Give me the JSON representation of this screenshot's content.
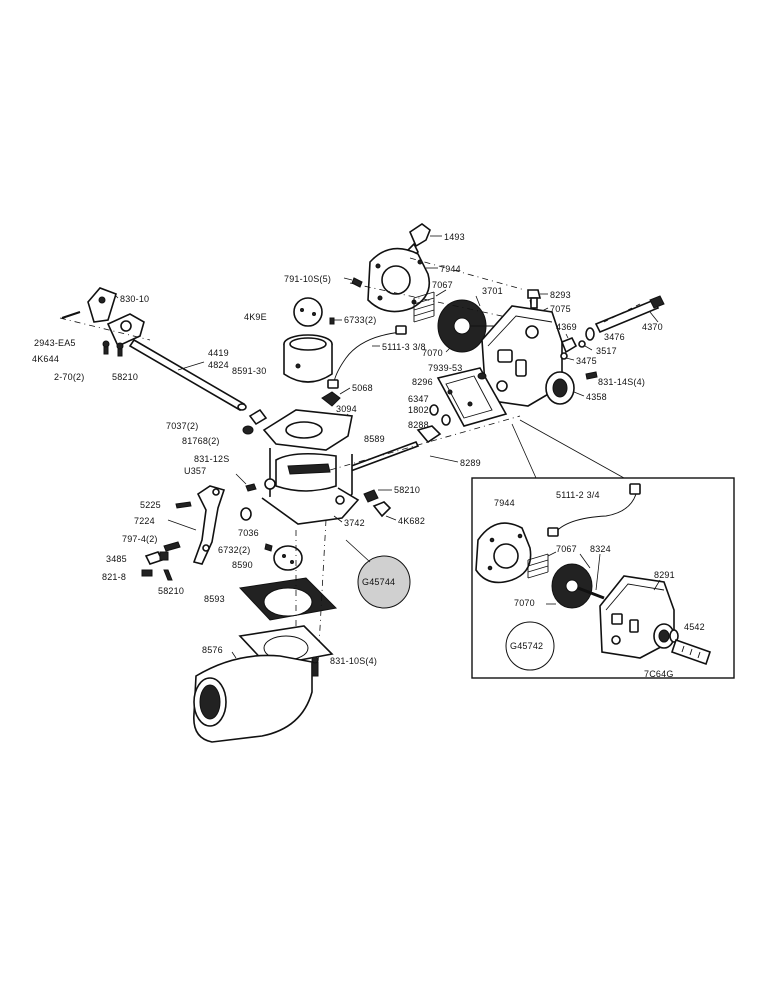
{
  "labels": {
    "p1493": "1493",
    "p7944": "7944",
    "p791_10s5": "791-10S(5)",
    "p7067": "7067",
    "p3701": "3701",
    "p8293": "8293",
    "p7075": "7075",
    "p4369": "4369",
    "p3476": "3476",
    "p4370": "4370",
    "p830_10": "830-10",
    "p4k9e": "4K9E",
    "p6733_2": "6733(2)",
    "p2943_ea5": "2943-EA5",
    "p4k644": "4K644",
    "p2_70_2": "2-70(2)",
    "p58210_a": "58210",
    "p4419": "4419",
    "p4824": "4824",
    "p5111_38": "5111-3 3/8",
    "p7070_a": "7070",
    "p3517": "3517",
    "p3475": "3475",
    "p8591_30": "8591-30",
    "p7939_53": "7939-53",
    "p8296": "8296",
    "p831_14s4": "831-14S(4)",
    "p5068": "5068",
    "p4358": "4358",
    "p6347": "6347",
    "p7037_2": "7037(2)",
    "p3094": "3094",
    "p1802": "1802",
    "p81768_2": "81768(2)",
    "p8288": "8288",
    "p8589": "8589",
    "p831_12s": "831-12S",
    "pu357": "U357",
    "p8289": "8289",
    "p5225": "5225",
    "p58210_b": "58210",
    "p7224": "7224",
    "p3742": "3742",
    "p4k682": "4K682",
    "p7036": "7036",
    "p797_4_2": "797-4(2)",
    "p6732_2": "6732(2)",
    "p3485": "3485",
    "p8590": "8590",
    "p821_8": "821-8",
    "p58210_c": "58210",
    "p8593": "8593",
    "p8576": "8576",
    "p831_10s4": "831-10S(4)",
    "ins7944": "7944",
    "ins5111_234": "5111-2 3/4",
    "ins7067": "7067",
    "ins8324": "8324",
    "ins8291": "8291",
    "ins7070": "7070",
    "ins4542": "4542",
    "ins7c64g": "7C64G"
  },
  "stamps": {
    "g45744": "G45744",
    "g45742": "G45742"
  }
}
